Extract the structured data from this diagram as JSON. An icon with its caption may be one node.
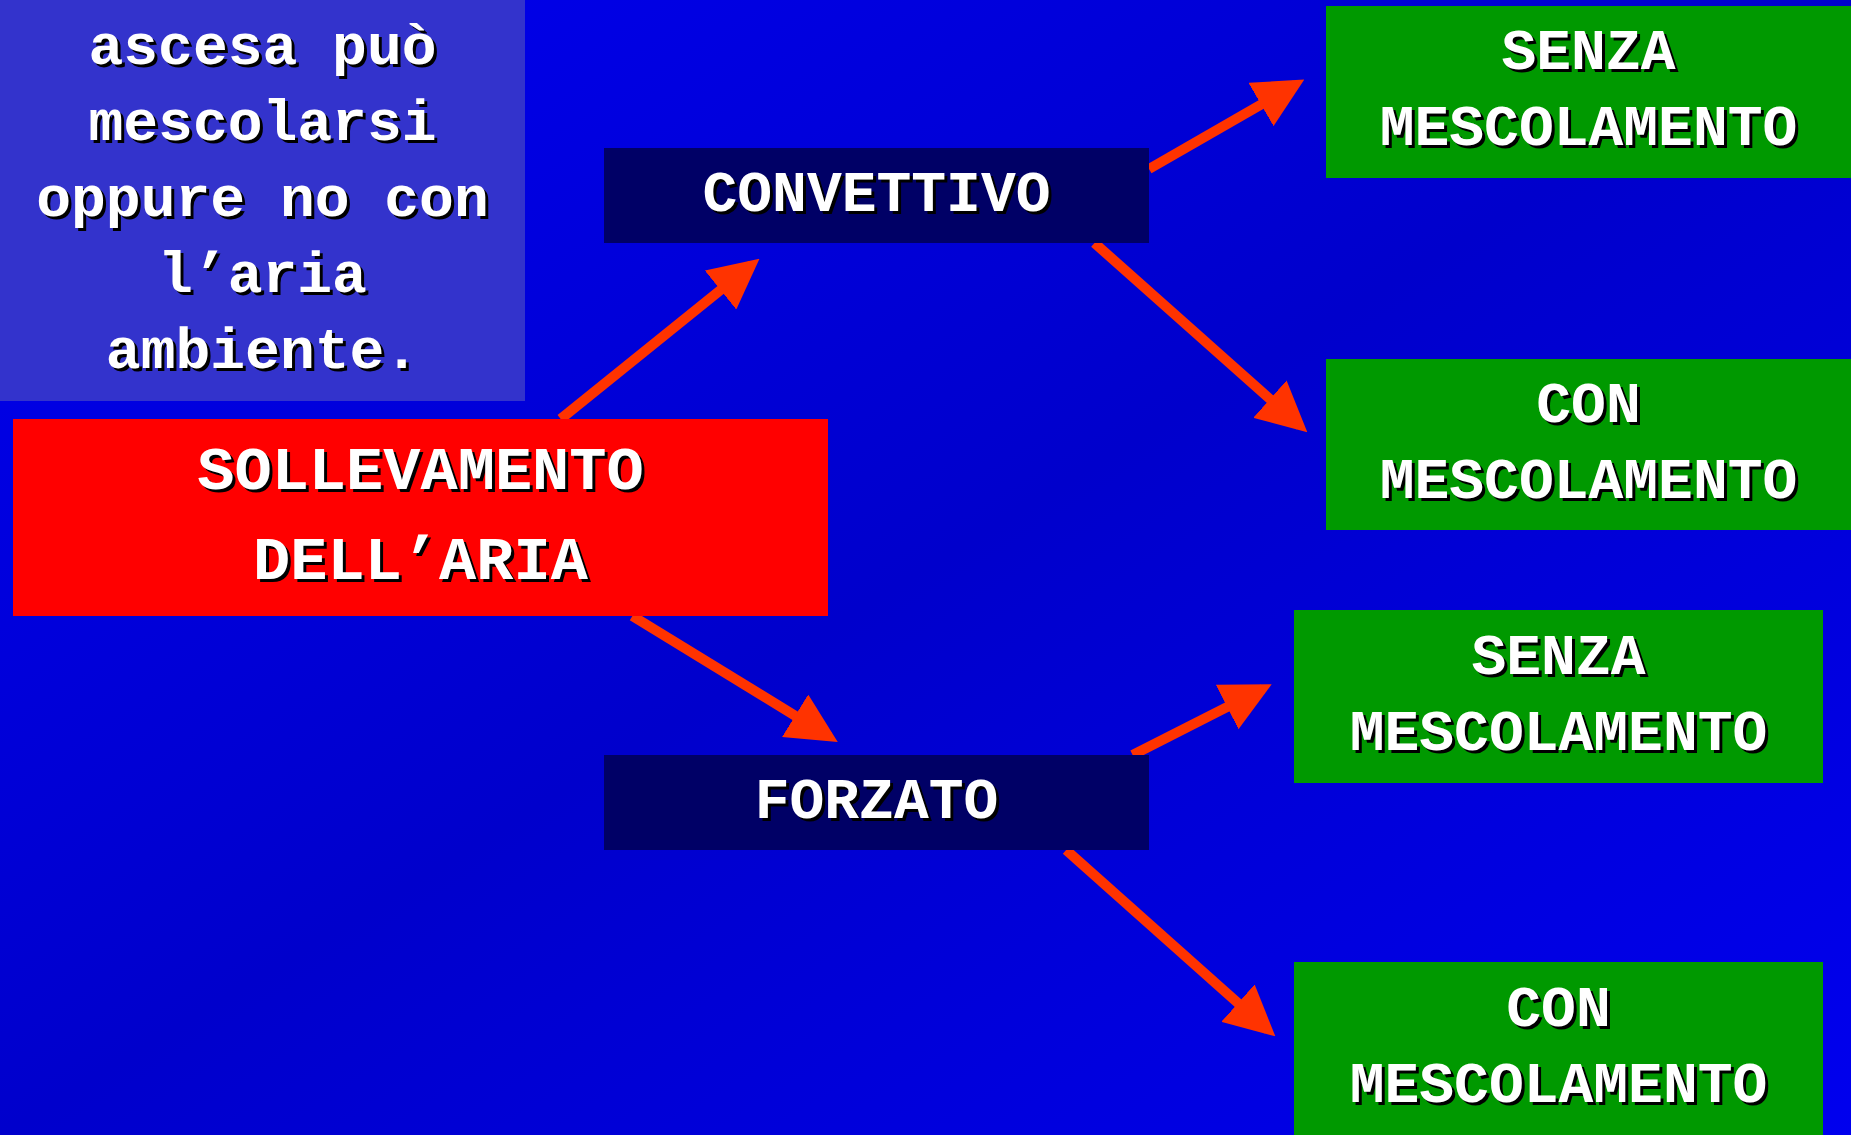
{
  "diagram": {
    "nodes": [
      {
        "text": [
          "ascesa può mescolarsi oppure no con l’aria ambiente."
        ]
      },
      {
        "text": [
          "SOLLEVAMENTO DELL’ARIA"
        ]
      },
      {
        "text": [
          "CONVETTIVO"
        ]
      },
      {
        "text": [
          "FORZATO"
        ]
      },
      {
        "text": [
          "SENZA MESCOLAMENTO"
        ]
      },
      {
        "text": [
          "CON MESCOLAMENTO"
        ]
      },
      {
        "text": [
          "SENZA MESCOLAMENTO"
        ]
      },
      {
        "text": [
          "CON MESCOLAMENTO"
        ]
      }
    ],
    "edges": [
      {
        "from": 1,
        "to": 2,
        "arrow": "to"
      },
      {
        "from": 1,
        "to": 3,
        "arrow": "to"
      },
      {
        "from": 2,
        "to": 4,
        "arrow": "to"
      },
      {
        "from": 2,
        "to": 5,
        "arrow": "to"
      },
      {
        "from": 3,
        "to": 6,
        "arrow": "to"
      },
      {
        "from": 3,
        "to": 7,
        "arrow": "to"
      }
    ]
  }
}
